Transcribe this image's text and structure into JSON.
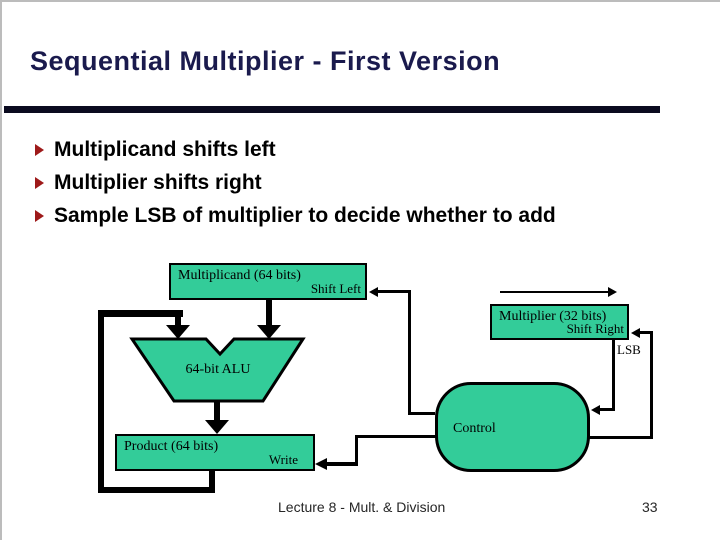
{
  "slide": {
    "title": "Sequential Multiplier - First Version",
    "bullets": [
      "Multiplicand shifts left",
      "Multiplier shifts right",
      "Sample LSB of multiplier to decide whether to add"
    ],
    "footer": {
      "lecture": "Lecture 8 - Mult. & Division",
      "page": "33"
    }
  },
  "diagram": {
    "multiplicand": {
      "label": "Multiplicand (64 bits)",
      "signal": "Shift Left"
    },
    "multiplier": {
      "label": "Multiplier (32 bits)",
      "signal": "Shift Right",
      "lsb": "LSB"
    },
    "alu": {
      "label": "64-bit ALU"
    },
    "control": {
      "label": "Control"
    },
    "product": {
      "label": "Product (64 bits)",
      "signal": "Write"
    }
  },
  "colors": {
    "box_green": "#33cc99",
    "line_black": "#000000",
    "title_navy": "#1a1a4d",
    "rule_dark": "#0a0a1f",
    "bullet_red": "#9e1a1a",
    "footer_gray": "#262626",
    "edge_gray": "#bcbcbc"
  }
}
